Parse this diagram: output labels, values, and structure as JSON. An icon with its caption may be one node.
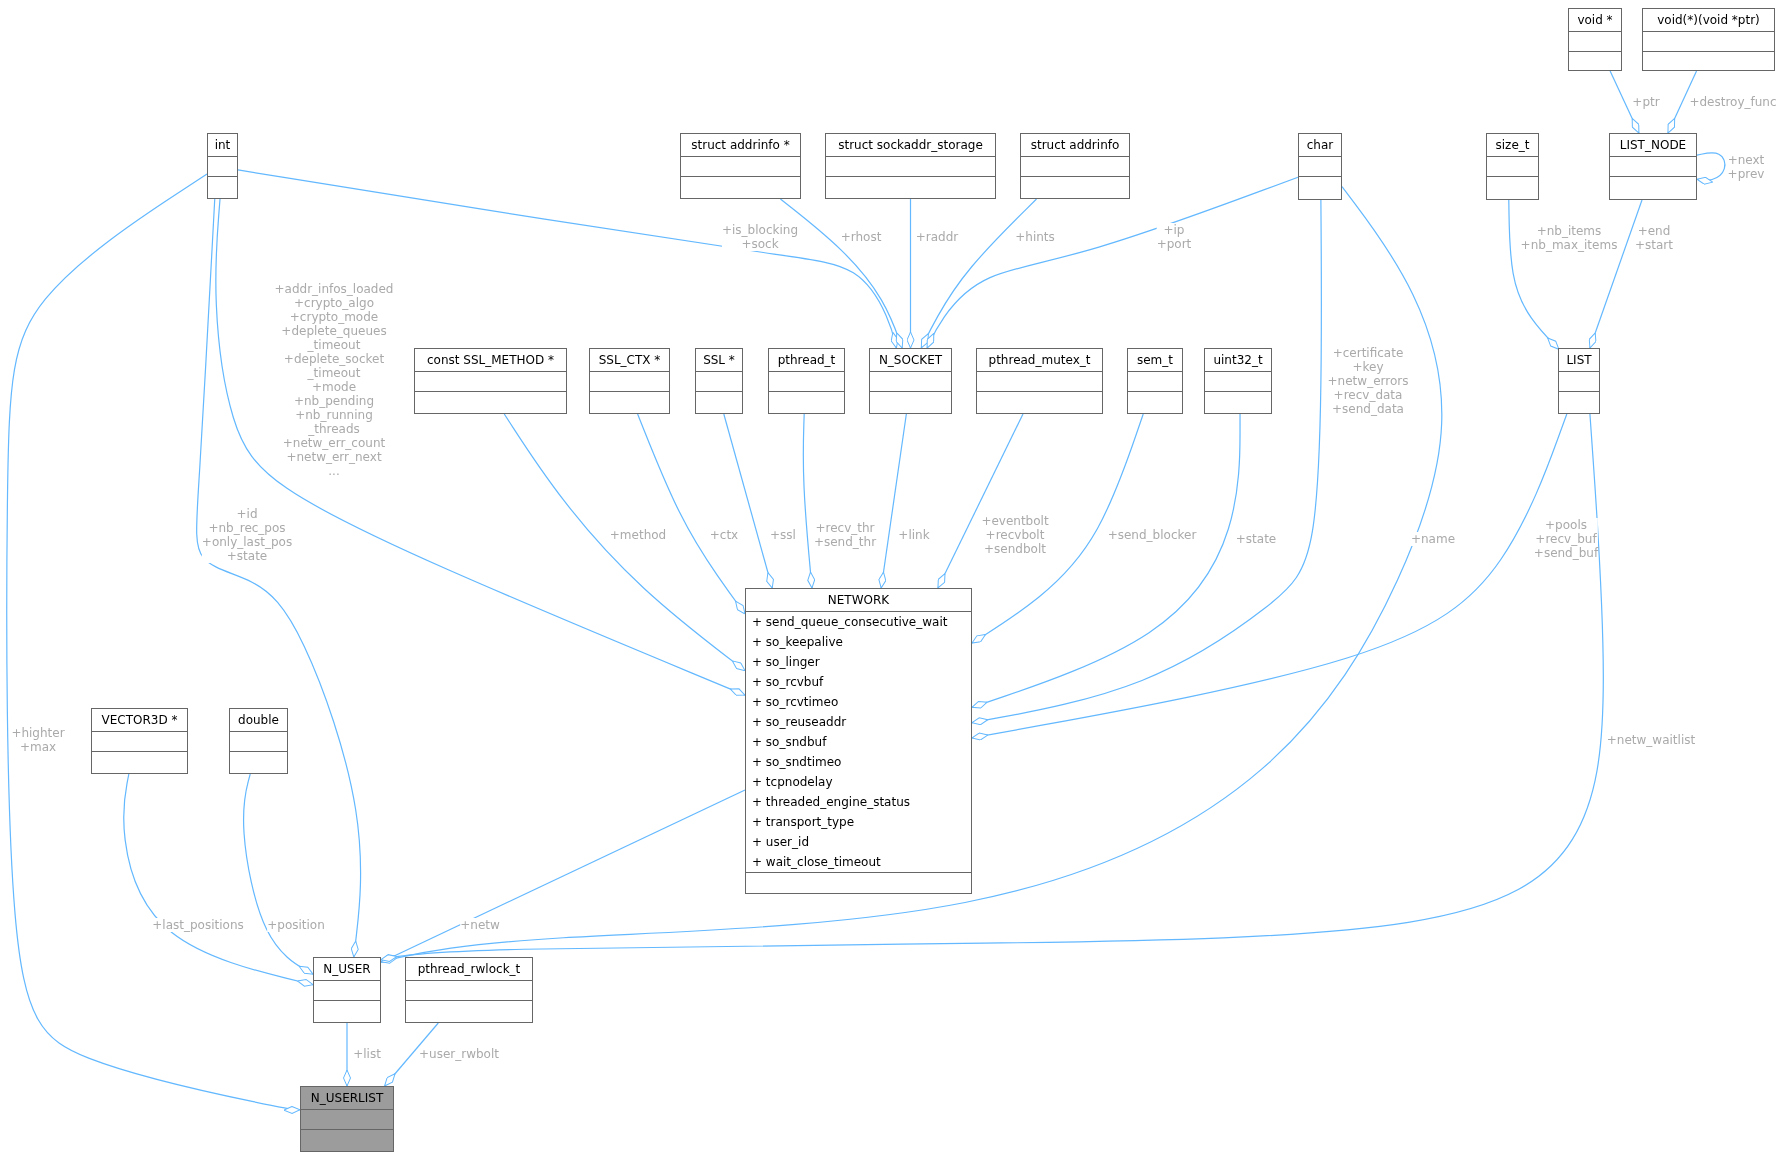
{
  "diagram": {
    "nodes": [
      {
        "text": [
          "void *"
        ]
      },
      {
        "text": [
          "void(*)(void *ptr)"
        ]
      },
      {
        "text": [
          "int"
        ]
      },
      {
        "text": [
          "struct addrinfo *"
        ]
      },
      {
        "text": [
          "struct sockaddr_storage"
        ]
      },
      {
        "text": [
          "struct addrinfo"
        ]
      },
      {
        "text": [
          "char"
        ]
      },
      {
        "text": [
          "size_t"
        ]
      },
      {
        "text": [
          "LIST_NODE"
        ]
      },
      {
        "text": [
          "const SSL_METHOD *"
        ]
      },
      {
        "text": [
          "SSL_CTX *"
        ]
      },
      {
        "text": [
          "SSL *"
        ]
      },
      {
        "text": [
          "pthread_t"
        ]
      },
      {
        "text": [
          "N_SOCKET"
        ]
      },
      {
        "text": [
          "pthread_mutex_t"
        ]
      },
      {
        "text": [
          "sem_t"
        ]
      },
      {
        "text": [
          "uint32_t"
        ]
      },
      {
        "text": [
          "LIST"
        ]
      },
      {
        "text": [
          "NETWORK",
          "+ send_queue_consecutive_wait",
          "+ so_keepalive",
          "+ so_linger",
          "+ so_rcvbuf",
          "+ so_rcvtimeo",
          "+ so_reuseaddr",
          "+ so_sndbuf",
          "+ so_sndtimeo",
          "+ tcpnodelay",
          "+ threaded_engine_status",
          "+ transport_type",
          "+ user_id",
          "+ wait_close_timeout"
        ]
      },
      {
        "text": [
          "VECTOR3D *"
        ]
      },
      {
        "text": [
          "double"
        ]
      },
      {
        "text": [
          "N_USER"
        ]
      },
      {
        "text": [
          "pthread_rwlock_t"
        ]
      },
      {
        "text": [
          "N_USERLIST"
        ]
      }
    ],
    "edges": [
      {
        "from": 0,
        "to": 8,
        "arrow": "other",
        "label": "+ptr"
      },
      {
        "from": 1,
        "to": 8,
        "arrow": "other",
        "label": "+destroy_func"
      },
      {
        "from": 8,
        "to": 8,
        "arrow": "other",
        "label": "+next +prev"
      },
      {
        "from": 2,
        "to": 13,
        "arrow": "other",
        "label": "+is_blocking +sock"
      },
      {
        "from": 3,
        "to": 13,
        "arrow": "other",
        "label": "+rhost"
      },
      {
        "from": 4,
        "to": 13,
        "arrow": "other",
        "label": "+raddr"
      },
      {
        "from": 5,
        "to": 13,
        "arrow": "other",
        "label": "+hints"
      },
      {
        "from": 6,
        "to": 13,
        "arrow": "other",
        "label": "+ip +port"
      },
      {
        "from": 7,
        "to": 17,
        "arrow": "other",
        "label": "+nb_items +nb_max_items"
      },
      {
        "from": 8,
        "to": 17,
        "arrow": "other",
        "label": "+end +start"
      },
      {
        "from": 2,
        "to": 18,
        "arrow": "other",
        "label": "+addr_infos_loaded +crypto_algo +crypto_mode +deplete_queues _timeout +deplete_socket _timeout +mode +nb_pending +nb_running _threads +netw_err_count +netw_err_next ..."
      },
      {
        "from": 9,
        "to": 18,
        "arrow": "other",
        "label": "+method"
      },
      {
        "from": 10,
        "to": 18,
        "arrow": "other",
        "label": "+ctx"
      },
      {
        "from": 11,
        "to": 18,
        "arrow": "other",
        "label": "+ssl"
      },
      {
        "from": 12,
        "to": 18,
        "arrow": "other",
        "label": "+recv_thr +send_thr"
      },
      {
        "from": 13,
        "to": 18,
        "arrow": "other",
        "label": "+link"
      },
      {
        "from": 14,
        "to": 18,
        "arrow": "other",
        "label": "+eventbolt +recvbolt +sendbolt"
      },
      {
        "from": 15,
        "to": 18,
        "arrow": "other",
        "label": "+send_blocker"
      },
      {
        "from": 16,
        "to": 18,
        "arrow": "other",
        "label": "+state"
      },
      {
        "from": 6,
        "to": 18,
        "arrow": "other",
        "label": "+certificate +key +netw_errors +recv_data +send_data"
      },
      {
        "from": 17,
        "to": 18,
        "arrow": "other",
        "label": "+pools +recv_buf +send_buf"
      },
      {
        "from": 2,
        "to": 21,
        "arrow": "other",
        "label": "+id +nb_rec_pos +only_last_pos +state"
      },
      {
        "from": 19,
        "to": 21,
        "arrow": "other",
        "label": "+last_positions"
      },
      {
        "from": 20,
        "to": 21,
        "arrow": "other",
        "label": "+position"
      },
      {
        "from": 18,
        "to": 21,
        "arrow": "other",
        "label": "+netw"
      },
      {
        "from": 6,
        "to": 21,
        "arrow": "other",
        "label": "+name"
      },
      {
        "from": 17,
        "to": 21,
        "arrow": "other",
        "label": "+netw_waitlist"
      },
      {
        "from": 2,
        "to": 23,
        "arrow": "other",
        "label": "+highter +max"
      },
      {
        "from": 21,
        "to": 23,
        "arrow": "other",
        "label": "+list"
      },
      {
        "from": 22,
        "to": 23,
        "arrow": "other",
        "label": "+user_rwbolt"
      }
    ]
  }
}
